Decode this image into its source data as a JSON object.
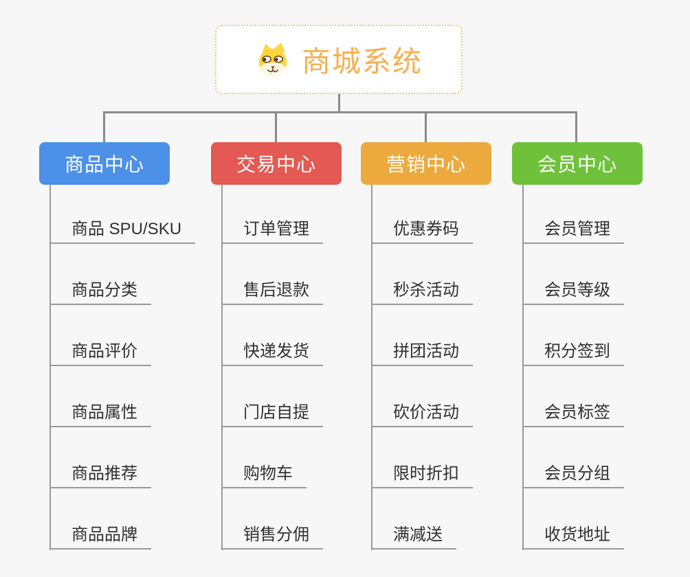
{
  "page": {
    "background_color": "#f7f7f7",
    "connector_color": "#8A8A8A",
    "underline_color": "#999999"
  },
  "root": {
    "title": "商城系统",
    "text_color": "#F5B050",
    "border_color": "#F2C57E",
    "icon": "shiba-dog-icon"
  },
  "branches": [
    {
      "label": "商品中心",
      "color": "#4D90E8",
      "children": [
        "商品 SPU/SKU",
        "商品分类",
        "商品评价",
        "商品属性",
        "商品推荐",
        "商品品牌"
      ]
    },
    {
      "label": "交易中心",
      "color": "#E45953",
      "children": [
        "订单管理",
        "售后退款",
        "快递发货",
        "门店自提",
        "购物车",
        "销售分佣"
      ]
    },
    {
      "label": "营销中心",
      "color": "#EBA93E",
      "children": [
        "优惠券码",
        "秒杀活动",
        "拼团活动",
        "砍价活动",
        "限时折扣",
        "满减送"
      ]
    },
    {
      "label": "会员中心",
      "color": "#6FC13C",
      "children": [
        "会员管理",
        "会员等级",
        "积分签到",
        "会员标签",
        "会员分组",
        "收货地址"
      ]
    }
  ]
}
